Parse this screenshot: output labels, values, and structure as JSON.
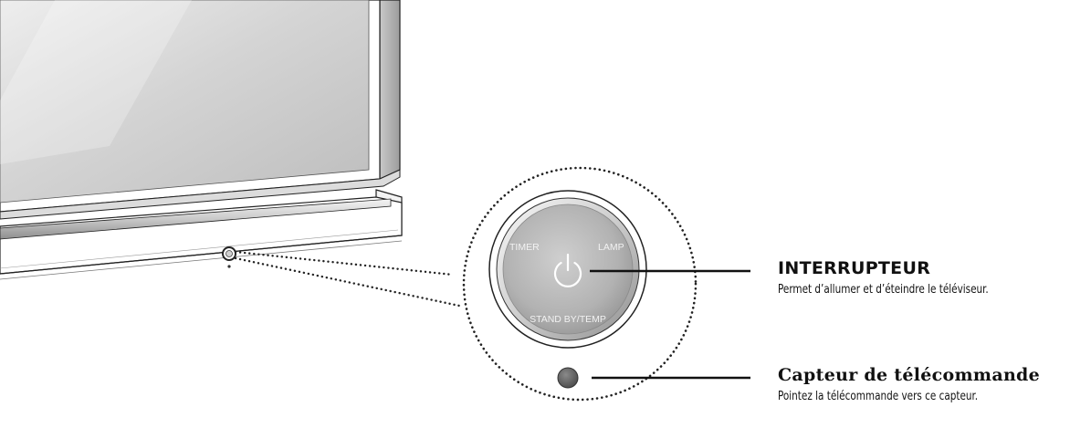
{
  "button_labels": {
    "timer": "TIMER",
    "lamp": "LAMP",
    "standby": "STAND BY/TEMP"
  },
  "callouts": {
    "power": {
      "title": "INTERRUPTEUR",
      "description": "Permet d’allumer et d’éteindre le téléviseur."
    },
    "sensor": {
      "title": "Capteur de télécommande",
      "description": "Pointez la télécommande vers ce capteur."
    }
  },
  "colors": {
    "outline": "#222222",
    "screen_glass": "#d8d8d8",
    "bezel_gray": "#9a9a9a",
    "button_face": "#b4b4b4",
    "sensor_dot": "#555555"
  },
  "icons": {
    "power": "power-icon"
  }
}
